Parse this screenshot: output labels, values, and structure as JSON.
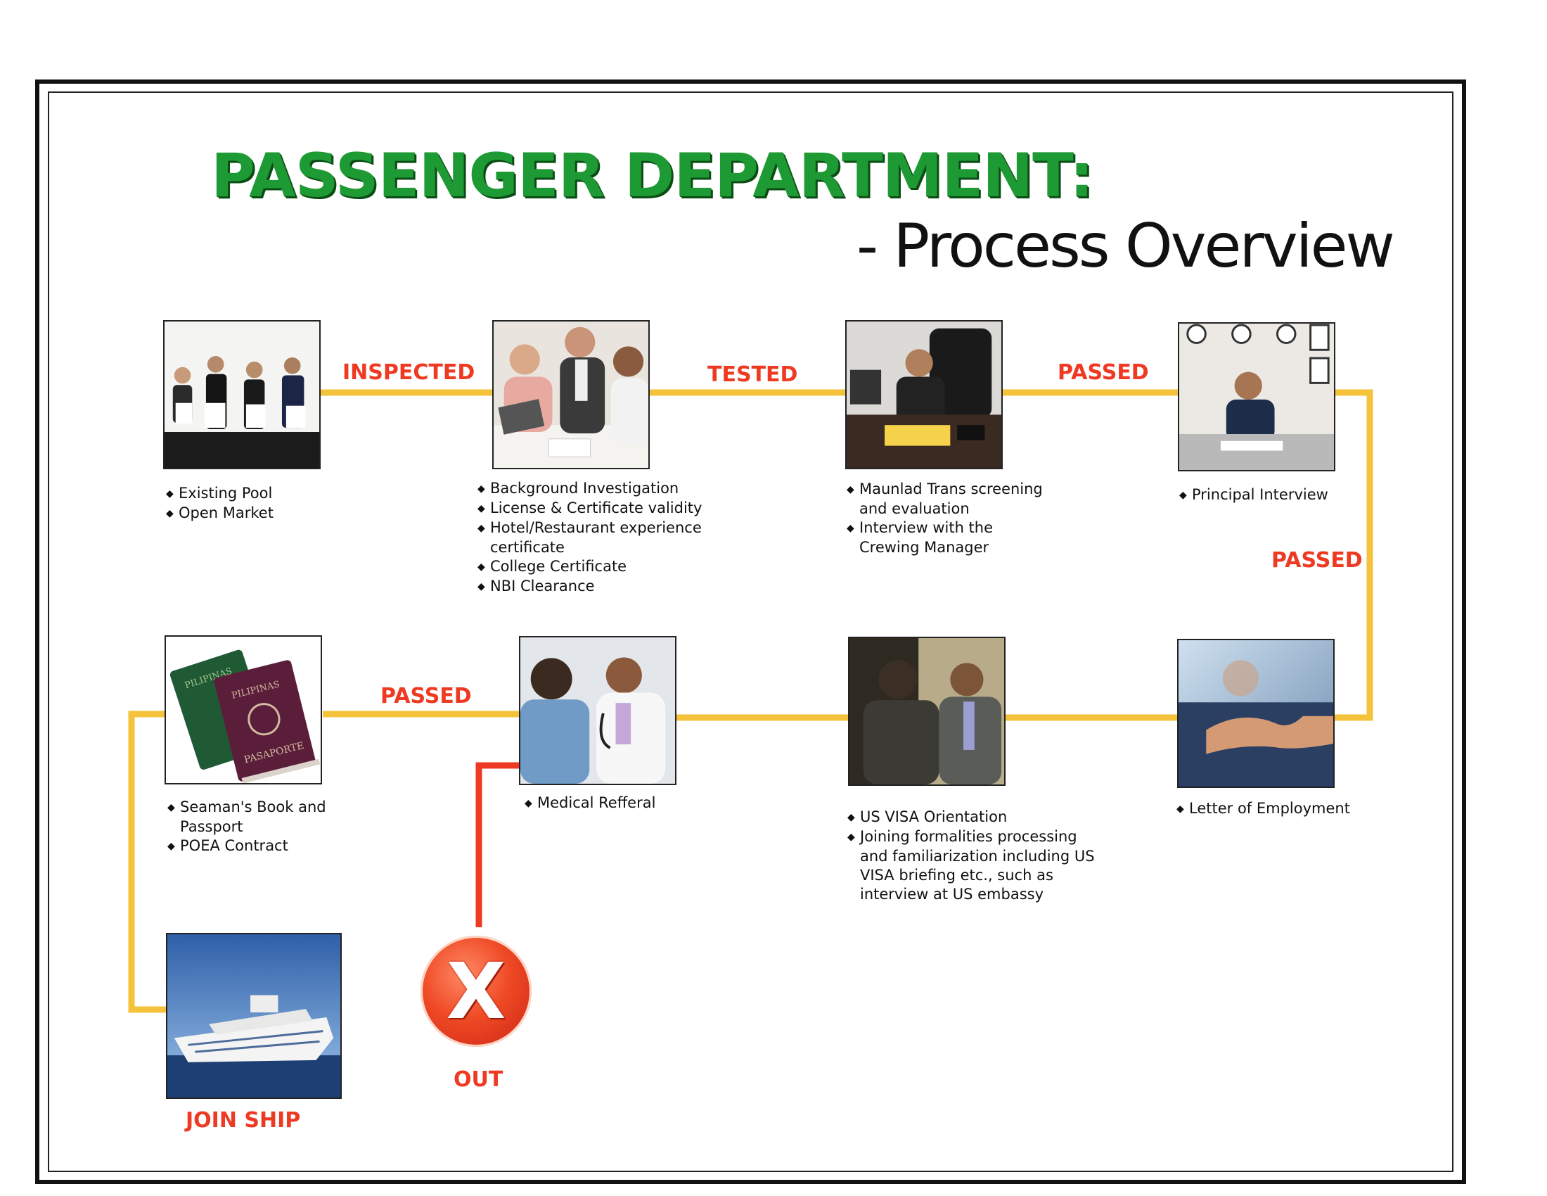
{
  "header": {
    "title": "PASSENGER DEPARTMENT:",
    "subtitle": "- Process Overview"
  },
  "colors": {
    "title_green": "#1e9a34",
    "connector_yellow": "#f5c23c",
    "fail_red": "#ee3a22",
    "label_red": "#ee3a22"
  },
  "steps": [
    {
      "id": "applicants",
      "icon": "applicants-photo",
      "bullets": [
        "Existing Pool",
        "Open Market"
      ]
    },
    {
      "id": "documents",
      "icon": "document-review-photo",
      "bullets": [
        "Background Investigation",
        "License & Certificate validity",
        "Hotel/Restaurant experience certificate",
        "College Certificate",
        "NBI Clearance"
      ]
    },
    {
      "id": "screening",
      "icon": "office-interview-photo",
      "bullets": [
        "Maunlad Trans screening and evaluation",
        "Interview with the Crewing Manager"
      ]
    },
    {
      "id": "principal",
      "icon": "principal-interview-photo",
      "bullets": [
        "Principal Interview"
      ]
    },
    {
      "id": "employment",
      "icon": "handshake-photo",
      "bullets": [
        "Letter of Employment"
      ]
    },
    {
      "id": "visa",
      "icon": "business-meeting-photo",
      "bullets": [
        "US VISA Orientation",
        "Joining formalities processing and familiarization including US VISA briefing etc., such as interview at US embassy"
      ]
    },
    {
      "id": "medical",
      "icon": "doctor-photo",
      "bullets": [
        "Medical Refferal"
      ]
    },
    {
      "id": "passport",
      "icon": "passport-photo",
      "bullets": [
        "Seaman's Book and Passport",
        "POEA Contract"
      ]
    },
    {
      "id": "ship",
      "icon": "cruise-ship-photo",
      "bullets": []
    }
  ],
  "connector_labels": {
    "inspected": "INSPECTED",
    "tested": "TESTED",
    "passed_1": "PASSED",
    "passed_2": "PASSED",
    "passed_3": "PASSED",
    "join_ship": "JOIN SHIP",
    "out": "OUT",
    "out_mark": "X"
  },
  "passport_text": {
    "country": "PILIPINAS",
    "word": "PASAPORTE"
  }
}
